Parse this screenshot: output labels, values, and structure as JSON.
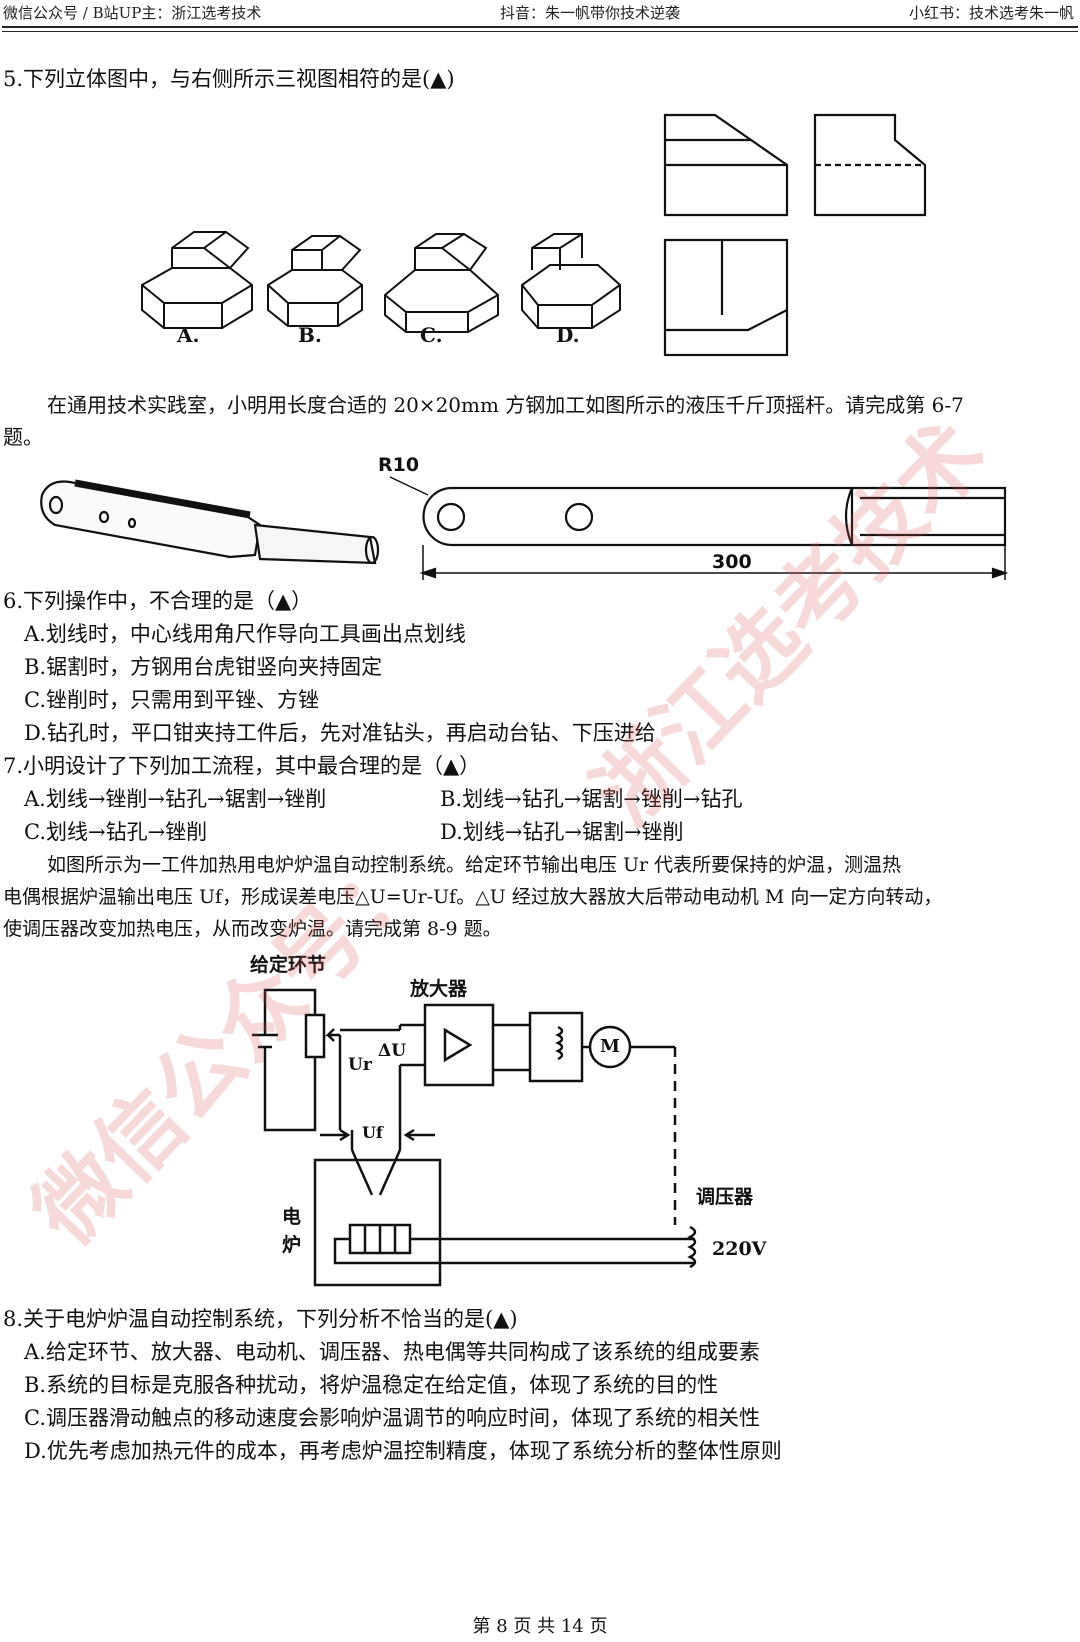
{
  "header": {
    "left": "微信公众号 / B站UP主：浙江选考技术",
    "center": "抖音：朱一帆带你技术逆袭",
    "right": "小红书：技术选考朱一帆"
  },
  "q5": {
    "stem": "5.下列立体图中，与右侧所示三视图相符的是(▲)",
    "labels": [
      "A.",
      "B.",
      "C.",
      "D."
    ]
  },
  "intro67": {
    "line1": "在通用技术实践室，小明用长度合适的 20×20mm 方钢加工如图所示的液压千斤顶摇杆。请完成第 6-7",
    "line2": "题。"
  },
  "drawing": {
    "radius_label": "R10",
    "length_label": "300"
  },
  "q6": {
    "stem": "6.下列操作中，不合理的是（▲）",
    "options": [
      "A.划线时，中心线用角尺作导向工具画出点划线",
      "B.锯割时，方钢用台虎钳竖向夹持固定",
      "C.锉削时，只需用到平锉、方锉",
      "D.钻孔时，平口钳夹持工件后，先对准钻头，再启动台钻、下压进给"
    ]
  },
  "q7": {
    "stem": "7.小明设计了下列加工流程，其中最合理的是（▲）",
    "options": [
      "A.划线→锉削→钻孔→锯割→锉削",
      "B.划线→钻孔→锯割→锉削→钻孔",
      "C.划线→钻孔→锉削",
      "D.划线→钻孔→锯割→锉削"
    ]
  },
  "intro89": {
    "line1": "如图所示为一工件加热用电炉炉温自动控制系统。给定环节输出电压 Ur 代表所要保持的炉温，测温热",
    "line2": "电偶根据炉温输出电压 Uf，形成误差电压△U=Ur-Uf。△U 经过放大器放大后带动电动机 M 向一定方向转动，",
    "line3": "使调压器改变加热电压，从而改变炉温。请完成第 8-9 题。"
  },
  "circuit": {
    "given": "给定环节",
    "amplifier": "放大器",
    "regulator": "调压器",
    "voltage": "220V",
    "furnace_1": "电",
    "furnace_2": "炉",
    "ur": "Ur",
    "uf": "Uf",
    "du": "ΔU",
    "motor": "M"
  },
  "q8": {
    "stem": "8.关于电炉炉温自动控制系统，下列分析不恰当的是(▲)",
    "options": [
      "A.给定环节、放大器、电动机、调压器、热电偶等共同构成了该系统的组成要素",
      "B.系统的目标是克服各种扰动，将炉温稳定在给定值，体现了系统的目的性",
      "C.调压器滑动触点的移动速度会影响炉温调节的响应时间，体现了系统的相关性",
      "D.优先考虑加热元件的成本，再考虑炉温控制精度，体现了系统分析的整体性原则"
    ]
  },
  "footer": "第 8 页 共 14 页",
  "watermark": {
    "part1": "微信公众号：",
    "part2": "浙江选考技术"
  }
}
